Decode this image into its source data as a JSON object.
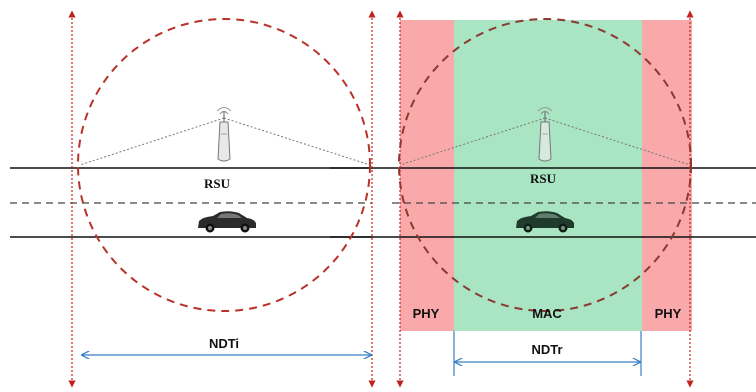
{
  "scene_left": {
    "station_label": "RSU",
    "range_label": "NDTi"
  },
  "scene_right": {
    "station_label": "RSU",
    "range_label": "NDTr",
    "zones": {
      "left_zone_label": "PHY",
      "middle_zone_label": "MAC",
      "right_zone_label": "PHY"
    }
  },
  "colors": {
    "phy_zone": "#f9a9a9",
    "mac_zone": "#a9e4c3",
    "circle": "#b8322a",
    "boundary": "#c0231e",
    "range_arrow": "#3a7fc4",
    "road": "#111111"
  }
}
